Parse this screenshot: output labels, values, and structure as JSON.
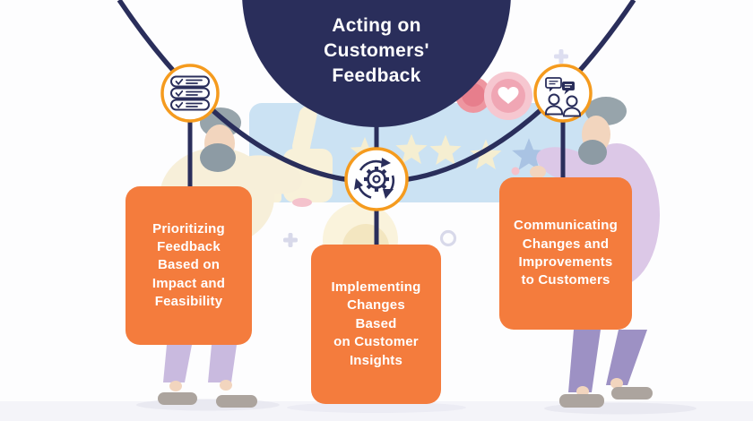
{
  "title": "Acting on\nCustomers'\nFeedback",
  "steps": [
    {
      "label": "Prioritizing\nFeedback\nBased on\nImpact and\nFeasibility",
      "icon": "checklist-icon"
    },
    {
      "label": "Implementing\nChanges\nBased\non Customer\nInsights",
      "icon": "process-cycle-gear-icon"
    },
    {
      "label": "Communicating\nChanges and\nImprovements\nto Customers",
      "icon": "conversation-icon"
    }
  ],
  "colors": {
    "navy": "#2A2E5B",
    "box_orange": "#F47C3D",
    "ring_orange": "#F59B1E",
    "panel_blue": "#CBE2F3",
    "cream": "#F8F1D9",
    "heart_pink": "#F0A6B4"
  }
}
